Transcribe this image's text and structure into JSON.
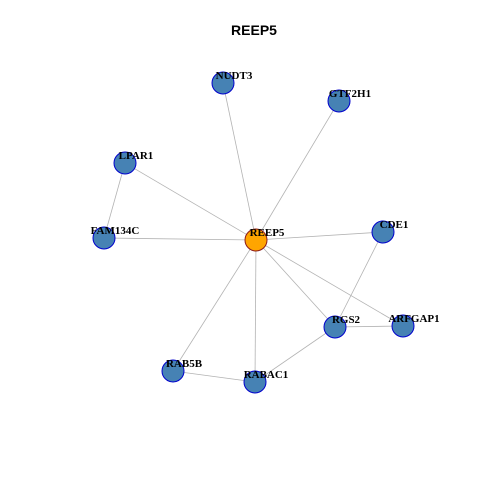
{
  "title": "REEP5",
  "colors": {
    "center_fill": "#FFA500",
    "center_stroke": "#8B1A1A",
    "node_fill": "#4682B4",
    "node_stroke": "#0000CD",
    "edge": "#B3B3B3"
  },
  "nodes": [
    {
      "id": "REEP5",
      "center": true
    },
    {
      "id": "NUDT3"
    },
    {
      "id": "GTF2H1"
    },
    {
      "id": "LPAR1"
    },
    {
      "id": "FAM134C"
    },
    {
      "id": "CDE1"
    },
    {
      "id": "ARFGAP1"
    },
    {
      "id": "RGS2"
    },
    {
      "id": "RAB5B"
    },
    {
      "id": "RABAC1"
    }
  ],
  "edges": [
    [
      "REEP5",
      "NUDT3"
    ],
    [
      "REEP5",
      "GTF2H1"
    ],
    [
      "REEP5",
      "LPAR1"
    ],
    [
      "REEP5",
      "FAM134C"
    ],
    [
      "REEP5",
      "CDE1"
    ],
    [
      "REEP5",
      "ARFGAP1"
    ],
    [
      "REEP5",
      "RGS2"
    ],
    [
      "REEP5",
      "RAB5B"
    ],
    [
      "REEP5",
      "RABAC1"
    ],
    [
      "LPAR1",
      "FAM134C"
    ],
    [
      "CDE1",
      "RGS2"
    ],
    [
      "RGS2",
      "ARFGAP1"
    ],
    [
      "RGS2",
      "RABAC1"
    ],
    [
      "RAB5B",
      "RABAC1"
    ]
  ]
}
